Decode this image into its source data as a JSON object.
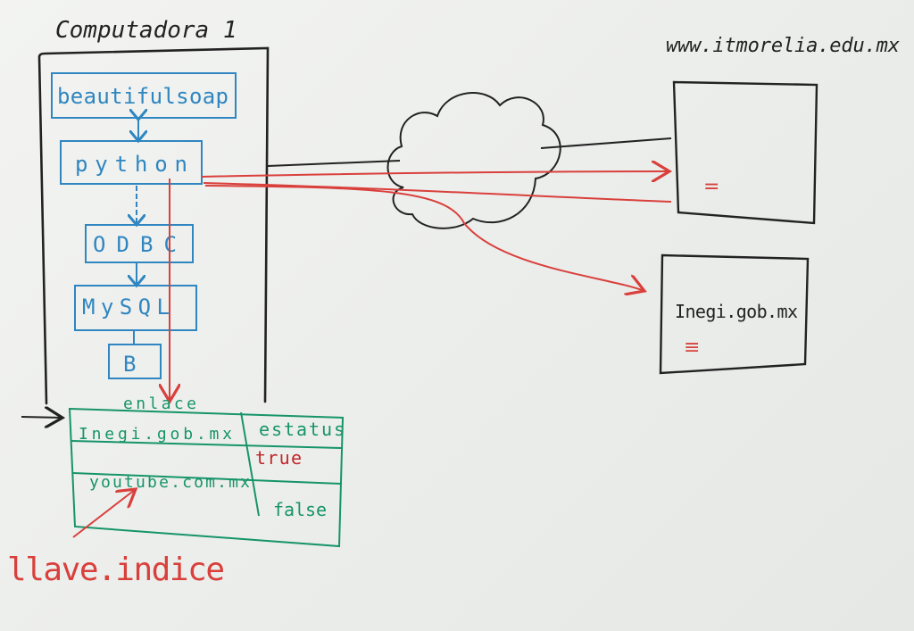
{
  "computer": {
    "title": "Computadora 1",
    "stack": [
      "beautifulsoap",
      "python",
      "ODBC",
      "MySQL",
      "B"
    ]
  },
  "table": {
    "headers": [
      "enlace",
      "estatus"
    ],
    "rows": [
      {
        "link": "Inegi.gob.mx",
        "status": "true"
      },
      {
        "link": "youtube.com.mx",
        "status": "false"
      }
    ],
    "annotation": "llave.indice"
  },
  "servers": [
    {
      "label": "www.itmorelia.edu.mx",
      "mark": "="
    },
    {
      "label": "Inegi.gob.mx",
      "mark": "≡"
    }
  ],
  "colors": {
    "black": "#222222",
    "blue": "#2f86c0",
    "green": "#16946a",
    "red": "#d9403c"
  }
}
